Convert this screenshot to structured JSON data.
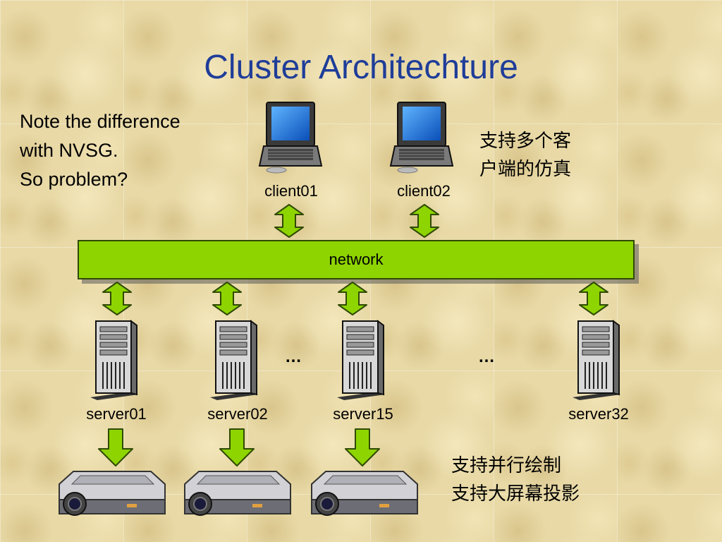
{
  "title": "Cluster Architechture",
  "note": {
    "line1": "Note the difference",
    "line2": "with NVSG.",
    "line3": "So problem?"
  },
  "clients_note": {
    "line1": "支持多个客",
    "line2": "户端的仿真"
  },
  "projection_note": {
    "line1": "支持并行绘制",
    "line2": "支持大屏幕投影"
  },
  "clients": [
    {
      "label": "client01",
      "icon": "laptop-icon"
    },
    {
      "label": "client02",
      "icon": "laptop-icon"
    }
  ],
  "network": {
    "label": "network"
  },
  "servers": [
    {
      "label": "server01",
      "icon": "server-tower-icon"
    },
    {
      "label": "server02",
      "icon": "server-tower-icon"
    },
    {
      "label": "server15",
      "icon": "server-tower-icon"
    },
    {
      "label": "server32",
      "icon": "server-tower-icon"
    }
  ],
  "ellipsis": [
    "…",
    "…"
  ],
  "projectors": [
    "projector-icon",
    "projector-icon",
    "projector-icon"
  ],
  "colors": {
    "title": "#1f3d99",
    "network_fill": "#8ed400",
    "arrow_fill": "#8ed400",
    "background": "#e8d9a6"
  }
}
